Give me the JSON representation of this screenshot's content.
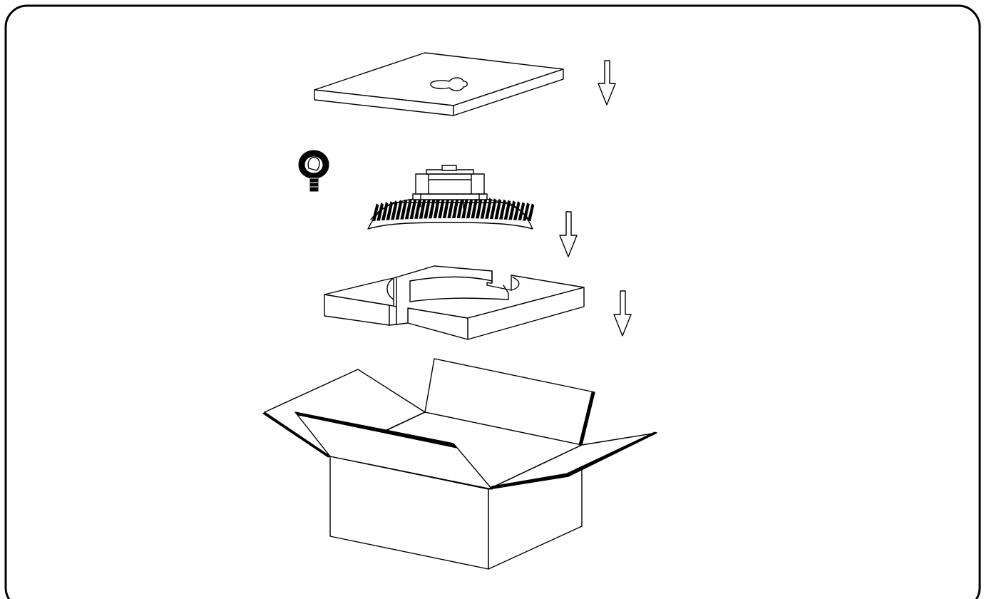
{
  "diagram": {
    "kind": "packing-instruction",
    "components": [
      {
        "id": "lid",
        "icon": "foam-lid"
      },
      {
        "id": "eye-bolt",
        "icon": "eye-bolt-icon"
      },
      {
        "id": "lamp",
        "icon": "ufo-high-bay-light"
      },
      {
        "id": "insert",
        "icon": "foam-insert"
      },
      {
        "id": "box",
        "icon": "open-carton-box"
      }
    ],
    "arrows": [
      "down",
      "down",
      "down"
    ],
    "colors": {
      "stroke": "#000000",
      "fill": "#ffffff",
      "frame": "#000000"
    }
  }
}
